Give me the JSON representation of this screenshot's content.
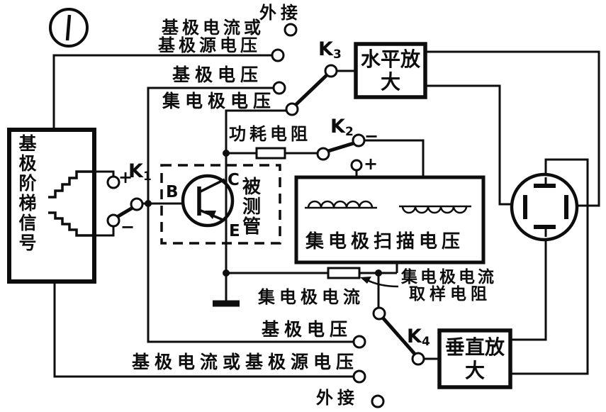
{
  "figure_label": "1",
  "top_labels": {
    "external": "外接",
    "base_current_or_source_l1": "基极电流或",
    "base_current_or_source_l2": "基极源电压",
    "base_voltage": "基极电压",
    "collector_voltage": "集电极电压"
  },
  "blocks": {
    "staircase_source": "基极阶梯信号",
    "horizontal_amp": "水平放大",
    "vertical_amp": "垂直放大",
    "collector_sweep": "集电极扫描电压",
    "dut": "被测管"
  },
  "transistor": {
    "base": "B",
    "collector": "C",
    "emitter": "E"
  },
  "switches": {
    "k1": {
      "base": "K",
      "sub": "1"
    },
    "k2": {
      "base": "K",
      "sub": "2"
    },
    "k3": {
      "base": "K",
      "sub": "3"
    },
    "k4": {
      "base": "K",
      "sub": "4"
    }
  },
  "signs": {
    "k1_plus": "+",
    "k1_minus": "−",
    "k2_minus": "−",
    "sweep_plus": "+"
  },
  "inline_labels": {
    "power_resistor": "功耗电阻",
    "sampling_resistor_l1": "集电极电流",
    "sampling_resistor_l2": "取样电阻",
    "collector_current": "集电极电流"
  },
  "bottom_labels": {
    "base_voltage": "基极电压",
    "base_current_or_source": "基极电流或基极源电压",
    "external": "外接"
  },
  "colors": {
    "ink": "#0d0d0d",
    "paper": "#ffffff"
  }
}
